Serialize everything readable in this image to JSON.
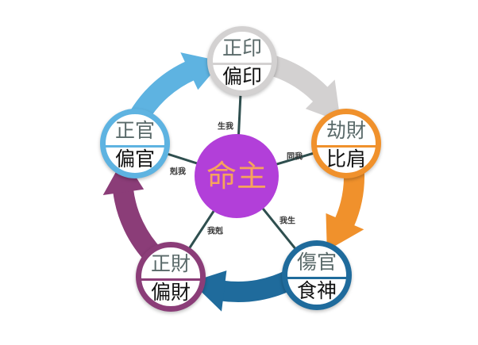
{
  "center": {
    "label": "命主",
    "color": "#b23fd9",
    "text_color": "#f7a35c"
  },
  "nodes": [
    {
      "id": "top",
      "upper": "正印",
      "lower": "偏印",
      "color": "#d3d1d1",
      "relation": "生我"
    },
    {
      "id": "right",
      "upper": "劫財",
      "lower": "比肩",
      "color": "#f0912c",
      "relation": "同我"
    },
    {
      "id": "bottom-right",
      "upper": "傷官",
      "lower": "食神",
      "color": "#1f6b9c",
      "relation": "我生"
    },
    {
      "id": "bottom-left",
      "upper": "正財",
      "lower": "偏財",
      "color": "#8b3d78",
      "relation": "我剋"
    },
    {
      "id": "left",
      "upper": "正官",
      "lower": "偏官",
      "color": "#5eb3e1",
      "relation": "剋我"
    }
  ],
  "connector_color": "#2f4f4f"
}
